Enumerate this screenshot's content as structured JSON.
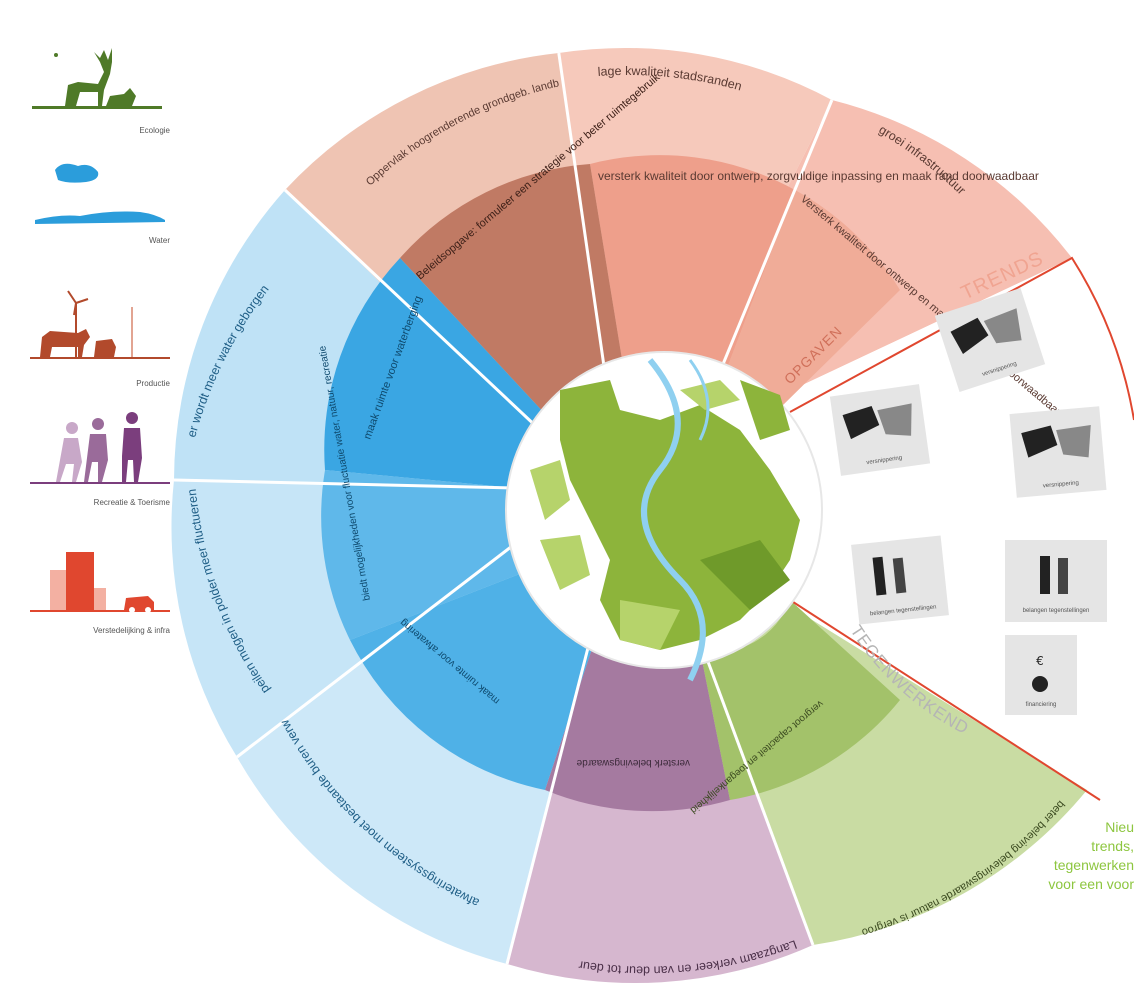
{
  "legend": {
    "items": [
      {
        "label": "Ecologie",
        "icon": "deer-icon",
        "color": "#4f7a28"
      },
      {
        "label": "Water",
        "icon": "water-icon",
        "color": "#2b9ddb"
      },
      {
        "label": "Productie",
        "icon": "windmill-cow-icon",
        "color": "#b24a2c"
      },
      {
        "label": "Recreatie & Toerisme",
        "icon": "hikers-icon",
        "color": "#7b3e7d"
      },
      {
        "label": "Verstedelijking & infra",
        "icon": "buildings-car-icon",
        "color": "#e0472f"
      }
    ]
  },
  "colors": {
    "water_outer": "#bfe2f6",
    "water_mid": "#5fb8ea",
    "water_inner": "#3aa6e3",
    "prod_outer": "#efc4b3",
    "prod_inner": "#c07a64",
    "urban_outer": "#f6bfb2",
    "urban_inner": "#ee9f8b",
    "recre_outer": "#d6b7cf",
    "recre_inner": "#a57aa0",
    "eco_outer": "#c9dca3",
    "eco_inner": "#a3c26a",
    "map_green": "#8db43b",
    "map_light": "#b6d36b",
    "river": "#8fd0f0",
    "tegen_line": "#e0472f",
    "accent_green": "#8dc63f"
  },
  "trends": [
    "lage kwaliteit stadsranden",
    "groei infrastructuur",
    "Oppervlak hoogrenderende grondgeb. landbouw neemt af door verstedelijking",
    "er wordt meer water geborgen",
    "peilen mogen in polder meer fluctueren",
    "afwateringssysteem moet bestaande buren verwerken",
    "Langzaam verkeer en van deur tot deur",
    "beter beleving belevingswaarde natuur is vergroot"
  ],
  "opgaven": [
    "versterk kwaliteit door ontwerp, zorgvuldige inpassing en maak rand doorwaadbaar",
    "Versterk kwaliteit door ontwerp en maak infrastructuur doorwaadbaar",
    "Beleidsopgave: formuleer een strategie voor beter ruimtegebruik",
    "maak ruimte voor waterberging",
    "biedt mogelijkheden voor fluctuatie water, natuur, recreatie",
    "maak ruimte voor afwatering",
    "versterk belevingswaarde",
    "vergroot capaciteit en toegankelijkheid"
  ],
  "section_labels": {
    "trends": "TRENDS",
    "opgaven": "OPGAVEN",
    "tegenwerkend": "TEGENWERKEND"
  },
  "tegenwerkend_items": [
    "versnippering",
    "versnippering",
    "versnippering",
    "belangen tegenstellingen",
    "belangen tegenstellingen",
    "financiering"
  ],
  "side_note": [
    "Nieu",
    "trends,",
    "tegenwerken",
    "voor een voor"
  ]
}
